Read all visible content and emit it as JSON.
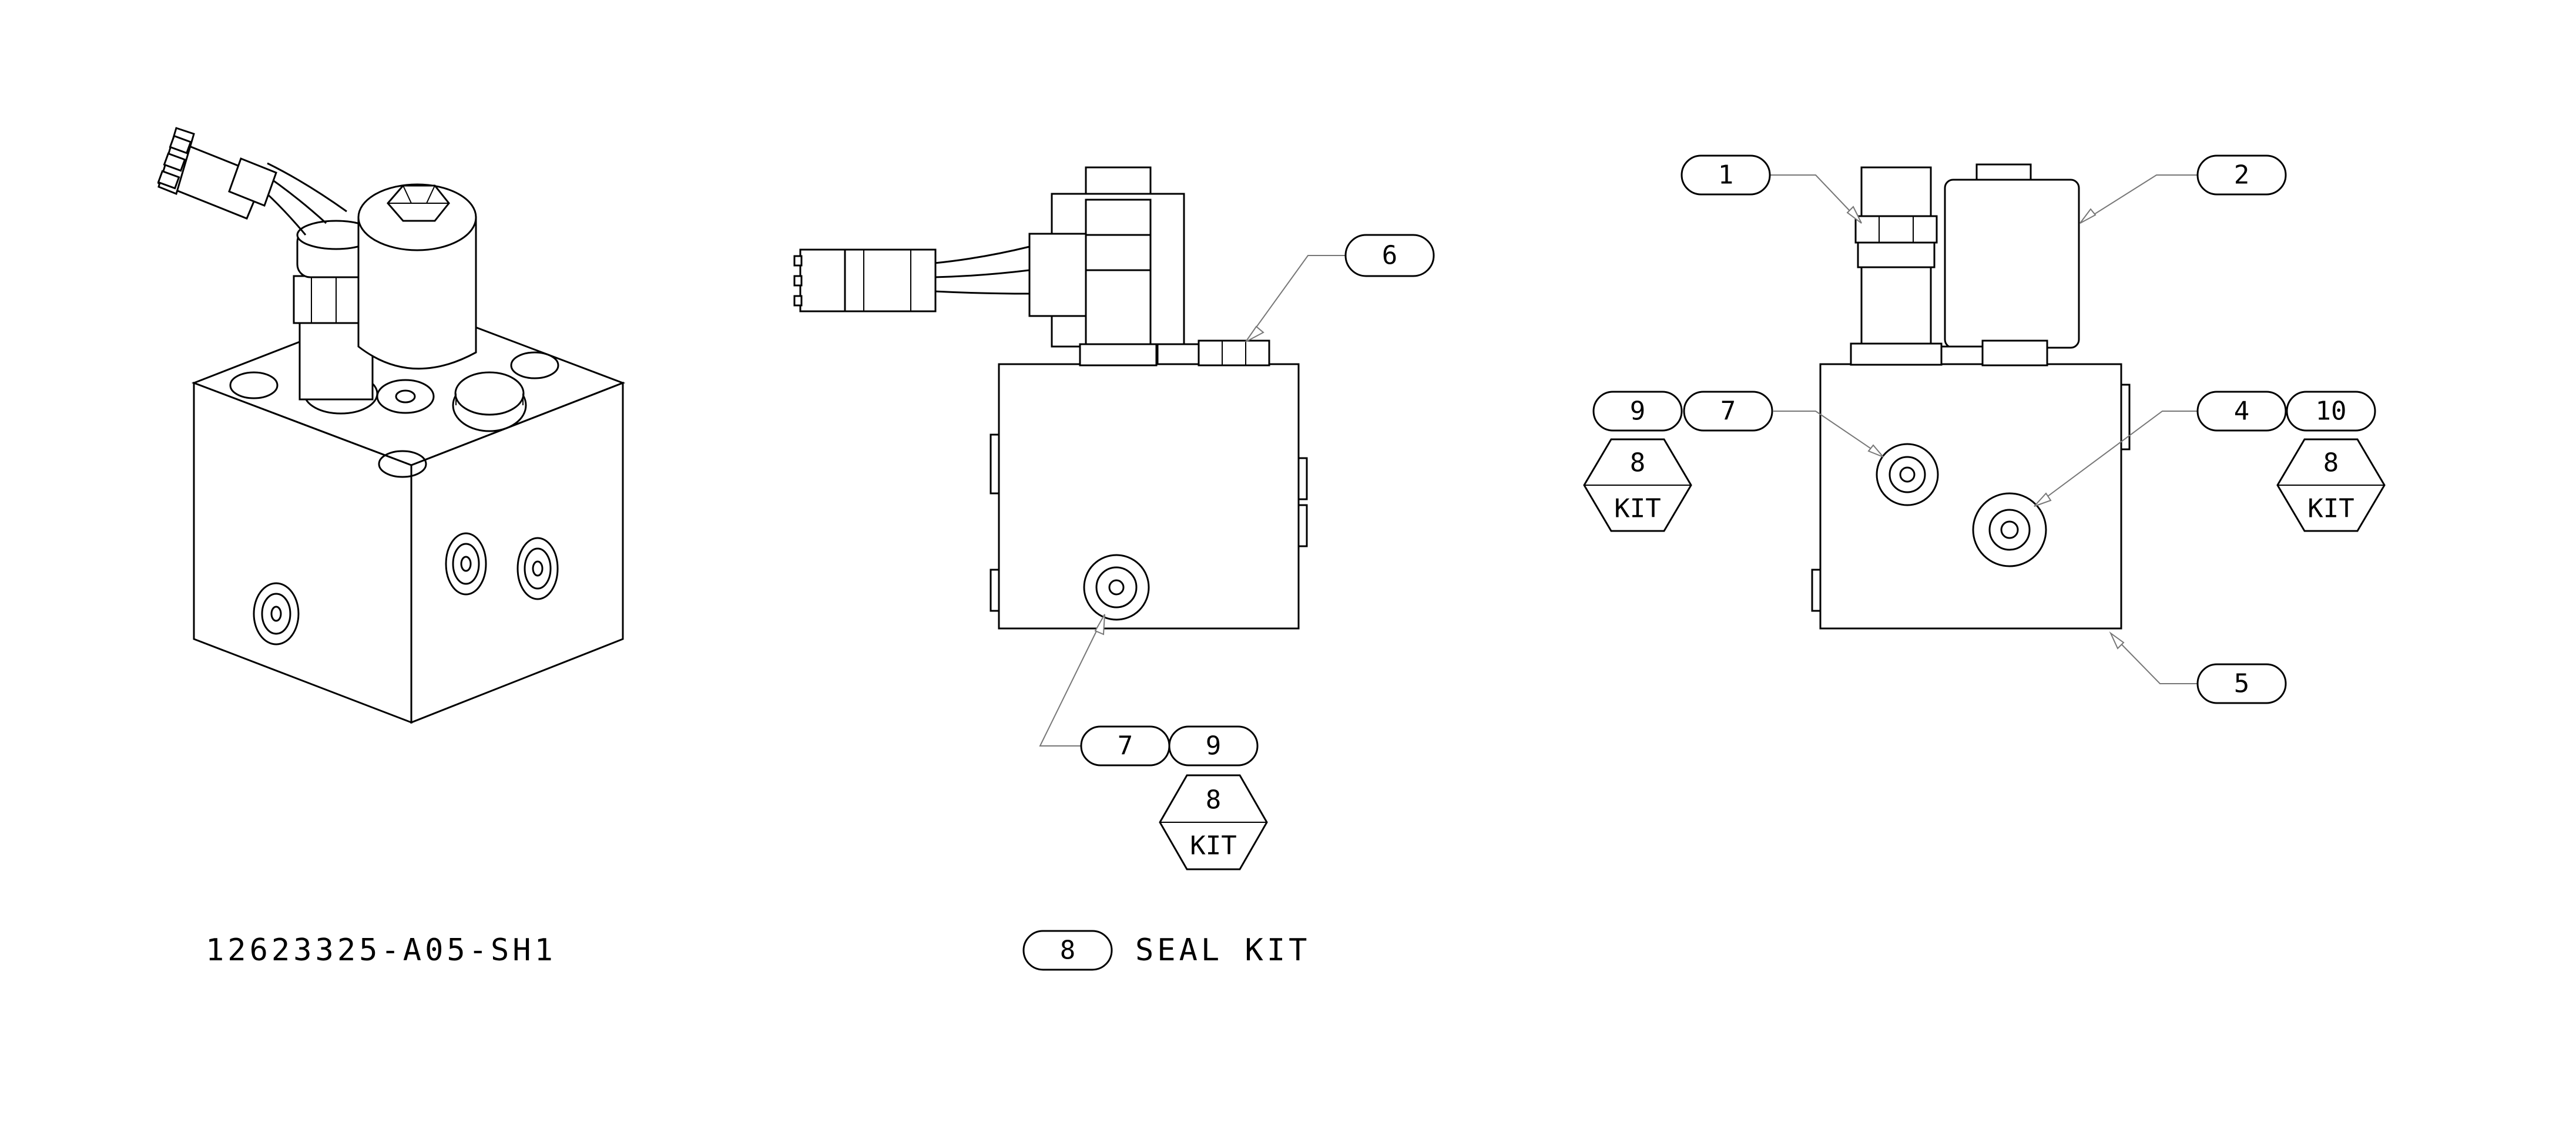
{
  "drawing": {
    "part_number": "12623325-A05-SH1",
    "legend": {
      "balloon": "8",
      "label": "SEAL KIT"
    },
    "kit_label": "KIT"
  },
  "front_view": {
    "balloons": {
      "b6": "6",
      "b7": "7",
      "b9": "9",
      "kit_num": "8"
    }
  },
  "side_view": {
    "balloons": {
      "b1": "1",
      "b2": "2",
      "b4": "4",
      "b5": "5",
      "b7": "7",
      "b9": "9",
      "b10": "10",
      "kit_left_num": "8",
      "kit_right_num": "8"
    }
  }
}
